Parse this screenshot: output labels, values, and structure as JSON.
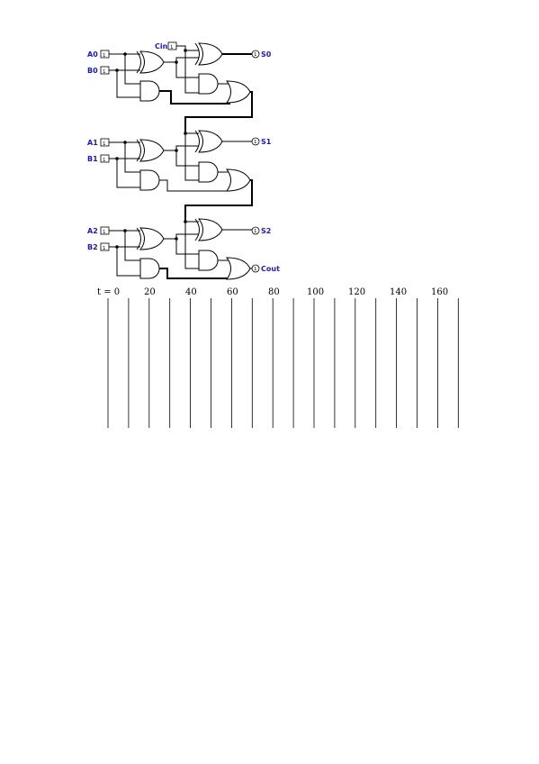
{
  "circuit": {
    "inputs": [
      {
        "name": "A0",
        "value": "1"
      },
      {
        "name": "B0",
        "value": "1"
      },
      {
        "name": "Cin",
        "value": "1"
      },
      {
        "name": "A1",
        "value": "1"
      },
      {
        "name": "B1",
        "value": "1"
      },
      {
        "name": "A2",
        "value": "1"
      },
      {
        "name": "B2",
        "value": "1"
      }
    ],
    "outputs": [
      {
        "name": "S0",
        "value": "1"
      },
      {
        "name": "S1",
        "value": "1"
      },
      {
        "name": "S2",
        "value": "1"
      },
      {
        "name": "Cout",
        "value": "1"
      }
    ]
  },
  "timeline": {
    "ticks": [
      "t = 0",
      "20",
      "40",
      "60",
      "80",
      "100",
      "120",
      "140",
      "160"
    ]
  }
}
